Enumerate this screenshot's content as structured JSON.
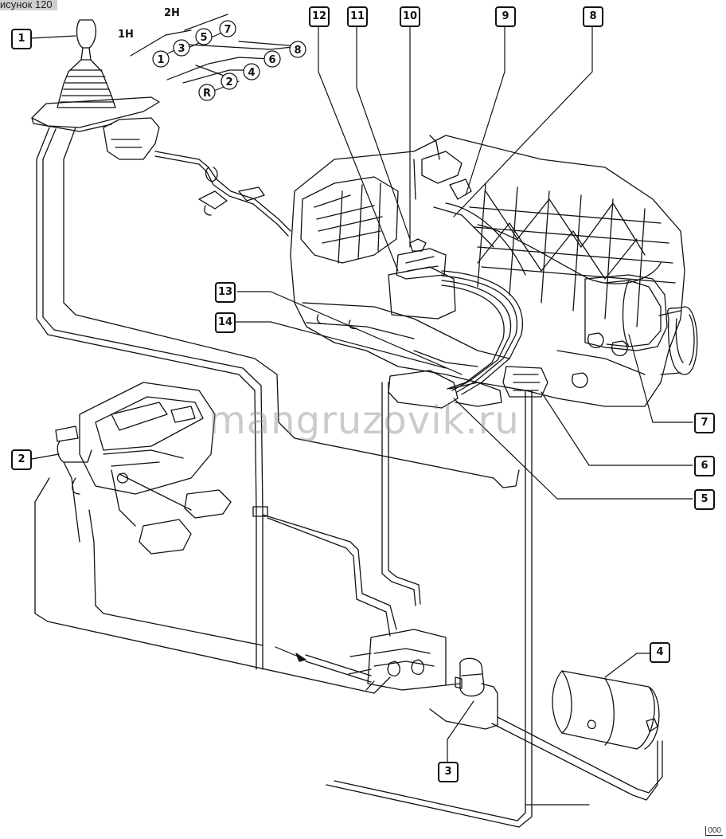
{
  "figure": {
    "title": "исунок 120",
    "code": "000",
    "watermark": "mangruzovik.ru"
  },
  "shift_pattern": {
    "range_high": "2H",
    "range_low": "1H",
    "gears": [
      "1",
      "2",
      "3",
      "4",
      "5",
      "6",
      "7",
      "8",
      "R"
    ]
  },
  "callouts": [
    "1",
    "2",
    "3",
    "4",
    "5",
    "6",
    "7",
    "8",
    "9",
    "10",
    "11",
    "12",
    "13",
    "14"
  ]
}
